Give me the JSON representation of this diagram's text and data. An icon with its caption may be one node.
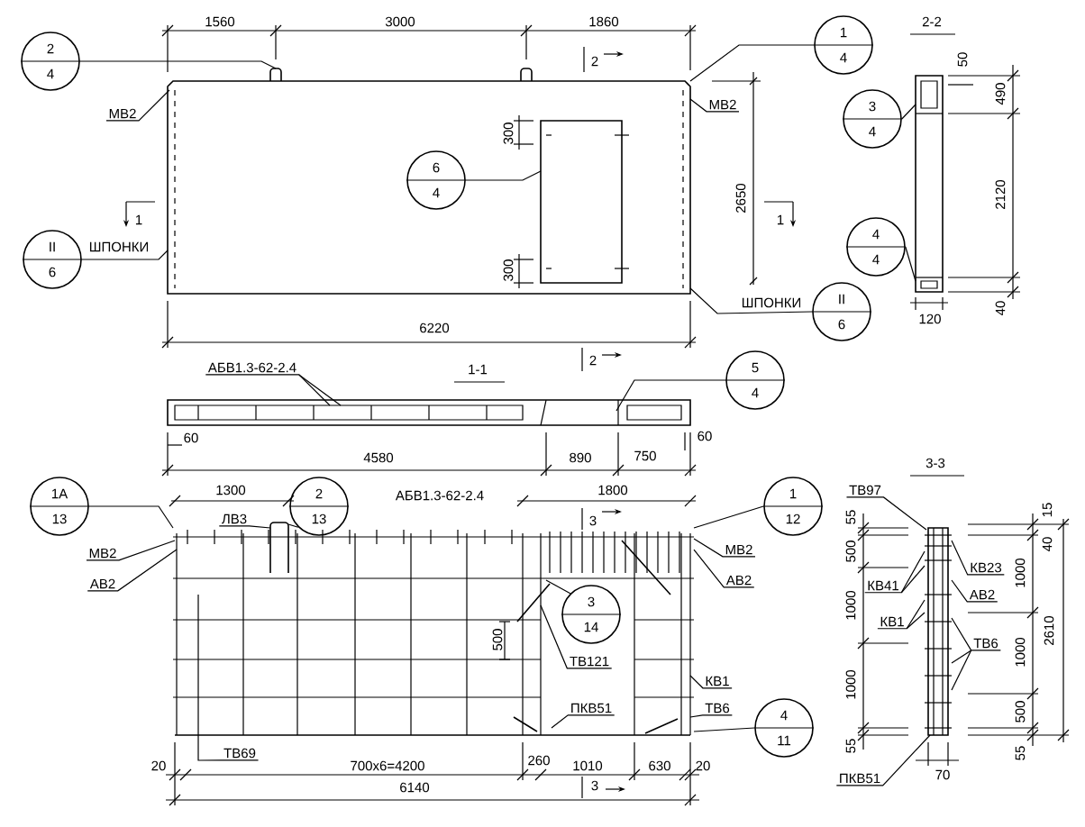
{
  "diagram": {
    "nodes": [
      {
        "text": [
          "2",
          "4"
        ]
      },
      {
        "text": [
          "МВ2"
        ]
      },
      {
        "text": [
          "1",
          "4"
        ]
      },
      {
        "text": [
          "6",
          "4"
        ],
        "in": 33
      },
      {
        "text": [
          "МВ2"
        ]
      },
      {
        "text": [
          "3",
          "4"
        ]
      },
      {
        "text": [
          "II",
          "6"
        ],
        "beside": [
          "ШПОНКИ"
        ]
      },
      {
        "text": [
          "4",
          "4"
        ]
      },
      {
        "text": [
          "II",
          "6"
        ],
        "beside": [
          "ШПОНКИ"
        ]
      },
      {
        "text": [
          "АБВ1.3-62-2.4"
        ]
      },
      {
        "text": [
          "5",
          "4"
        ]
      },
      {
        "text": [
          "1А",
          "13"
        ]
      },
      {
        "text": [
          "МВ2"
        ]
      },
      {
        "text": [
          "АВ2"
        ]
      },
      {
        "text": [
          "2",
          "13"
        ]
      },
      {
        "text": [
          "ЛВ3"
        ]
      },
      {
        "text": [
          "1",
          "12"
        ]
      },
      {
        "text": [
          "МВ2"
        ]
      },
      {
        "text": [
          "АВ2"
        ]
      },
      {
        "text": [
          "3",
          "14"
        ],
        "in": 36
      },
      {
        "text": [
          "ТВ121"
        ],
        "in": 36
      },
      {
        "text": [
          "КВ1"
        ]
      },
      {
        "text": [
          "ПКВ51"
        ],
        "in": 36
      },
      {
        "text": [
          "ТВ6"
        ]
      },
      {
        "text": [
          "4",
          "11"
        ]
      },
      {
        "text": [
          "ТВ69"
        ]
      },
      {
        "text": [
          "ТВ97"
        ]
      },
      {
        "text": [
          "КВ41"
        ]
      },
      {
        "text": [
          "КВ23"
        ]
      },
      {
        "text": [
          "АВ2"
        ]
      },
      {
        "text": [
          "КВ1"
        ]
      },
      {
        "text": [
          "ТВ6"
        ]
      },
      {
        "text": [
          "ПКВ51"
        ]
      },
      {
        "text": [],
        "shape": "picture"
      },
      {
        "text": [],
        "shape": "picture"
      },
      {
        "text": [],
        "shape": "picture"
      },
      {
        "text": [],
        "shape": "picture"
      },
      {
        "text": [],
        "shape": "picture"
      }
    ],
    "edges": [
      {
        "from": 0,
        "to": 33,
        "arrow": "none"
      },
      {
        "from": 1,
        "to": 33,
        "arrow": "none"
      },
      {
        "from": 2,
        "to": 33,
        "arrow": "none"
      },
      {
        "from": 3,
        "to": 33,
        "arrow": "none"
      },
      {
        "from": 4,
        "to": 33,
        "arrow": "none"
      },
      {
        "from": 5,
        "to": 34,
        "arrow": "none"
      },
      {
        "from": 6,
        "to": 33,
        "arrow": "none"
      },
      {
        "from": 7,
        "to": 34,
        "arrow": "none"
      },
      {
        "from": 8,
        "to": 33,
        "arrow": "none"
      },
      {
        "from": 9,
        "to": 35,
        "arrow": "none"
      },
      {
        "from": 9,
        "to": 35,
        "arrow": "none"
      },
      {
        "from": 10,
        "to": 35,
        "arrow": "none"
      },
      {
        "from": 11,
        "to": 36,
        "arrow": "none"
      },
      {
        "from": 12,
        "to": 36,
        "arrow": "none"
      },
      {
        "from": 13,
        "to": 36,
        "arrow": "none"
      },
      {
        "from": 14,
        "to": 36,
        "arrow": "none"
      },
      {
        "from": 15,
        "to": 36,
        "arrow": "none"
      },
      {
        "from": 16,
        "to": 36,
        "arrow": "none"
      },
      {
        "from": 17,
        "to": 36,
        "arrow": "none"
      },
      {
        "from": 18,
        "to": 36,
        "arrow": "none"
      },
      {
        "from": 19,
        "to": 36,
        "arrow": "none"
      },
      {
        "from": 20,
        "to": 36,
        "arrow": "none"
      },
      {
        "from": 21,
        "to": 36,
        "arrow": "none"
      },
      {
        "from": 22,
        "to": 36,
        "arrow": "none"
      },
      {
        "from": 23,
        "to": 36,
        "arrow": "none"
      },
      {
        "from": 24,
        "to": 36,
        "arrow": "none"
      },
      {
        "from": 25,
        "to": 36,
        "arrow": "none"
      },
      {
        "from": 26,
        "to": 37,
        "arrow": "none"
      },
      {
        "from": 27,
        "to": 37,
        "arrow": "none"
      },
      {
        "from": 27,
        "to": 37,
        "arrow": "none"
      },
      {
        "from": 28,
        "to": 37,
        "arrow": "none"
      },
      {
        "from": 29,
        "to": 37,
        "arrow": "none"
      },
      {
        "from": 30,
        "to": 37,
        "arrow": "none"
      },
      {
        "from": 30,
        "to": 37,
        "arrow": "none"
      },
      {
        "from": 31,
        "to": 37,
        "arrow": "none"
      },
      {
        "from": 31,
        "to": 37,
        "arrow": "none"
      },
      {
        "from": 31,
        "to": 37,
        "arrow": "none"
      },
      {
        "from": 32,
        "to": 37,
        "arrow": "none"
      }
    ],
    "labels": [
      "1560",
      "3000",
      "1860",
      "2-2",
      "2",
      "50",
      "490",
      "300",
      "2650",
      "2120",
      "1",
      "1",
      "300",
      "40",
      "120",
      "6220",
      "2",
      "1-1",
      "60",
      "60",
      "4580",
      "890",
      "750",
      "3-3",
      "1300",
      "АБВ1.3-62-2.4",
      "1800",
      "3",
      "500",
      "55",
      "500",
      "1000",
      "1000",
      "55",
      "15",
      "40",
      "1000",
      "2610",
      "1000",
      "500",
      "55",
      "20",
      "700х6=4200",
      "260",
      "1010",
      "630",
      "20",
      "70",
      "6140",
      "3"
    ]
  }
}
